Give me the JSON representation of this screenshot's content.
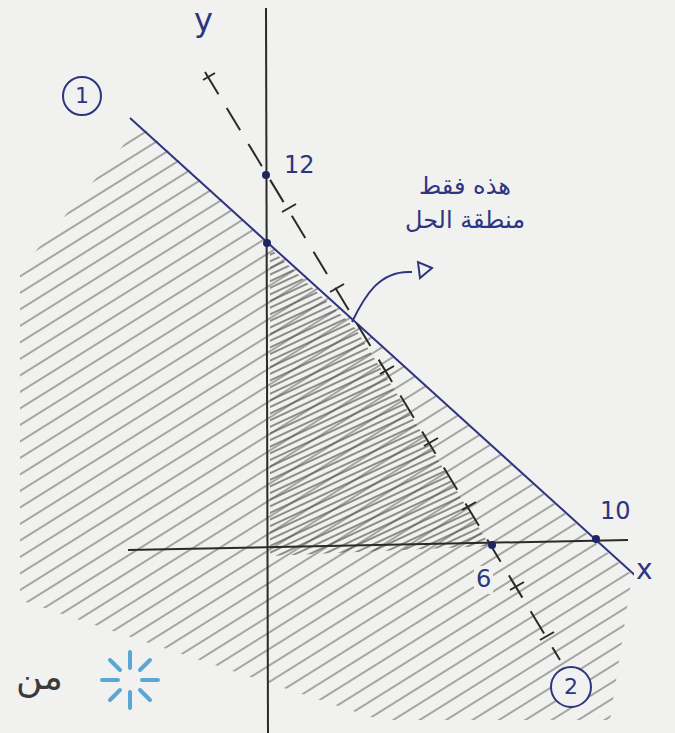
{
  "diagram": {
    "nodes": [
      {
        "text": [
          "1"
        ]
      },
      {
        "text": [
          "2"
        ]
      }
    ],
    "labels": [
      "y",
      "x",
      "12",
      "10",
      "6",
      "هذه فقط منطقة الحل",
      "من"
    ]
  }
}
